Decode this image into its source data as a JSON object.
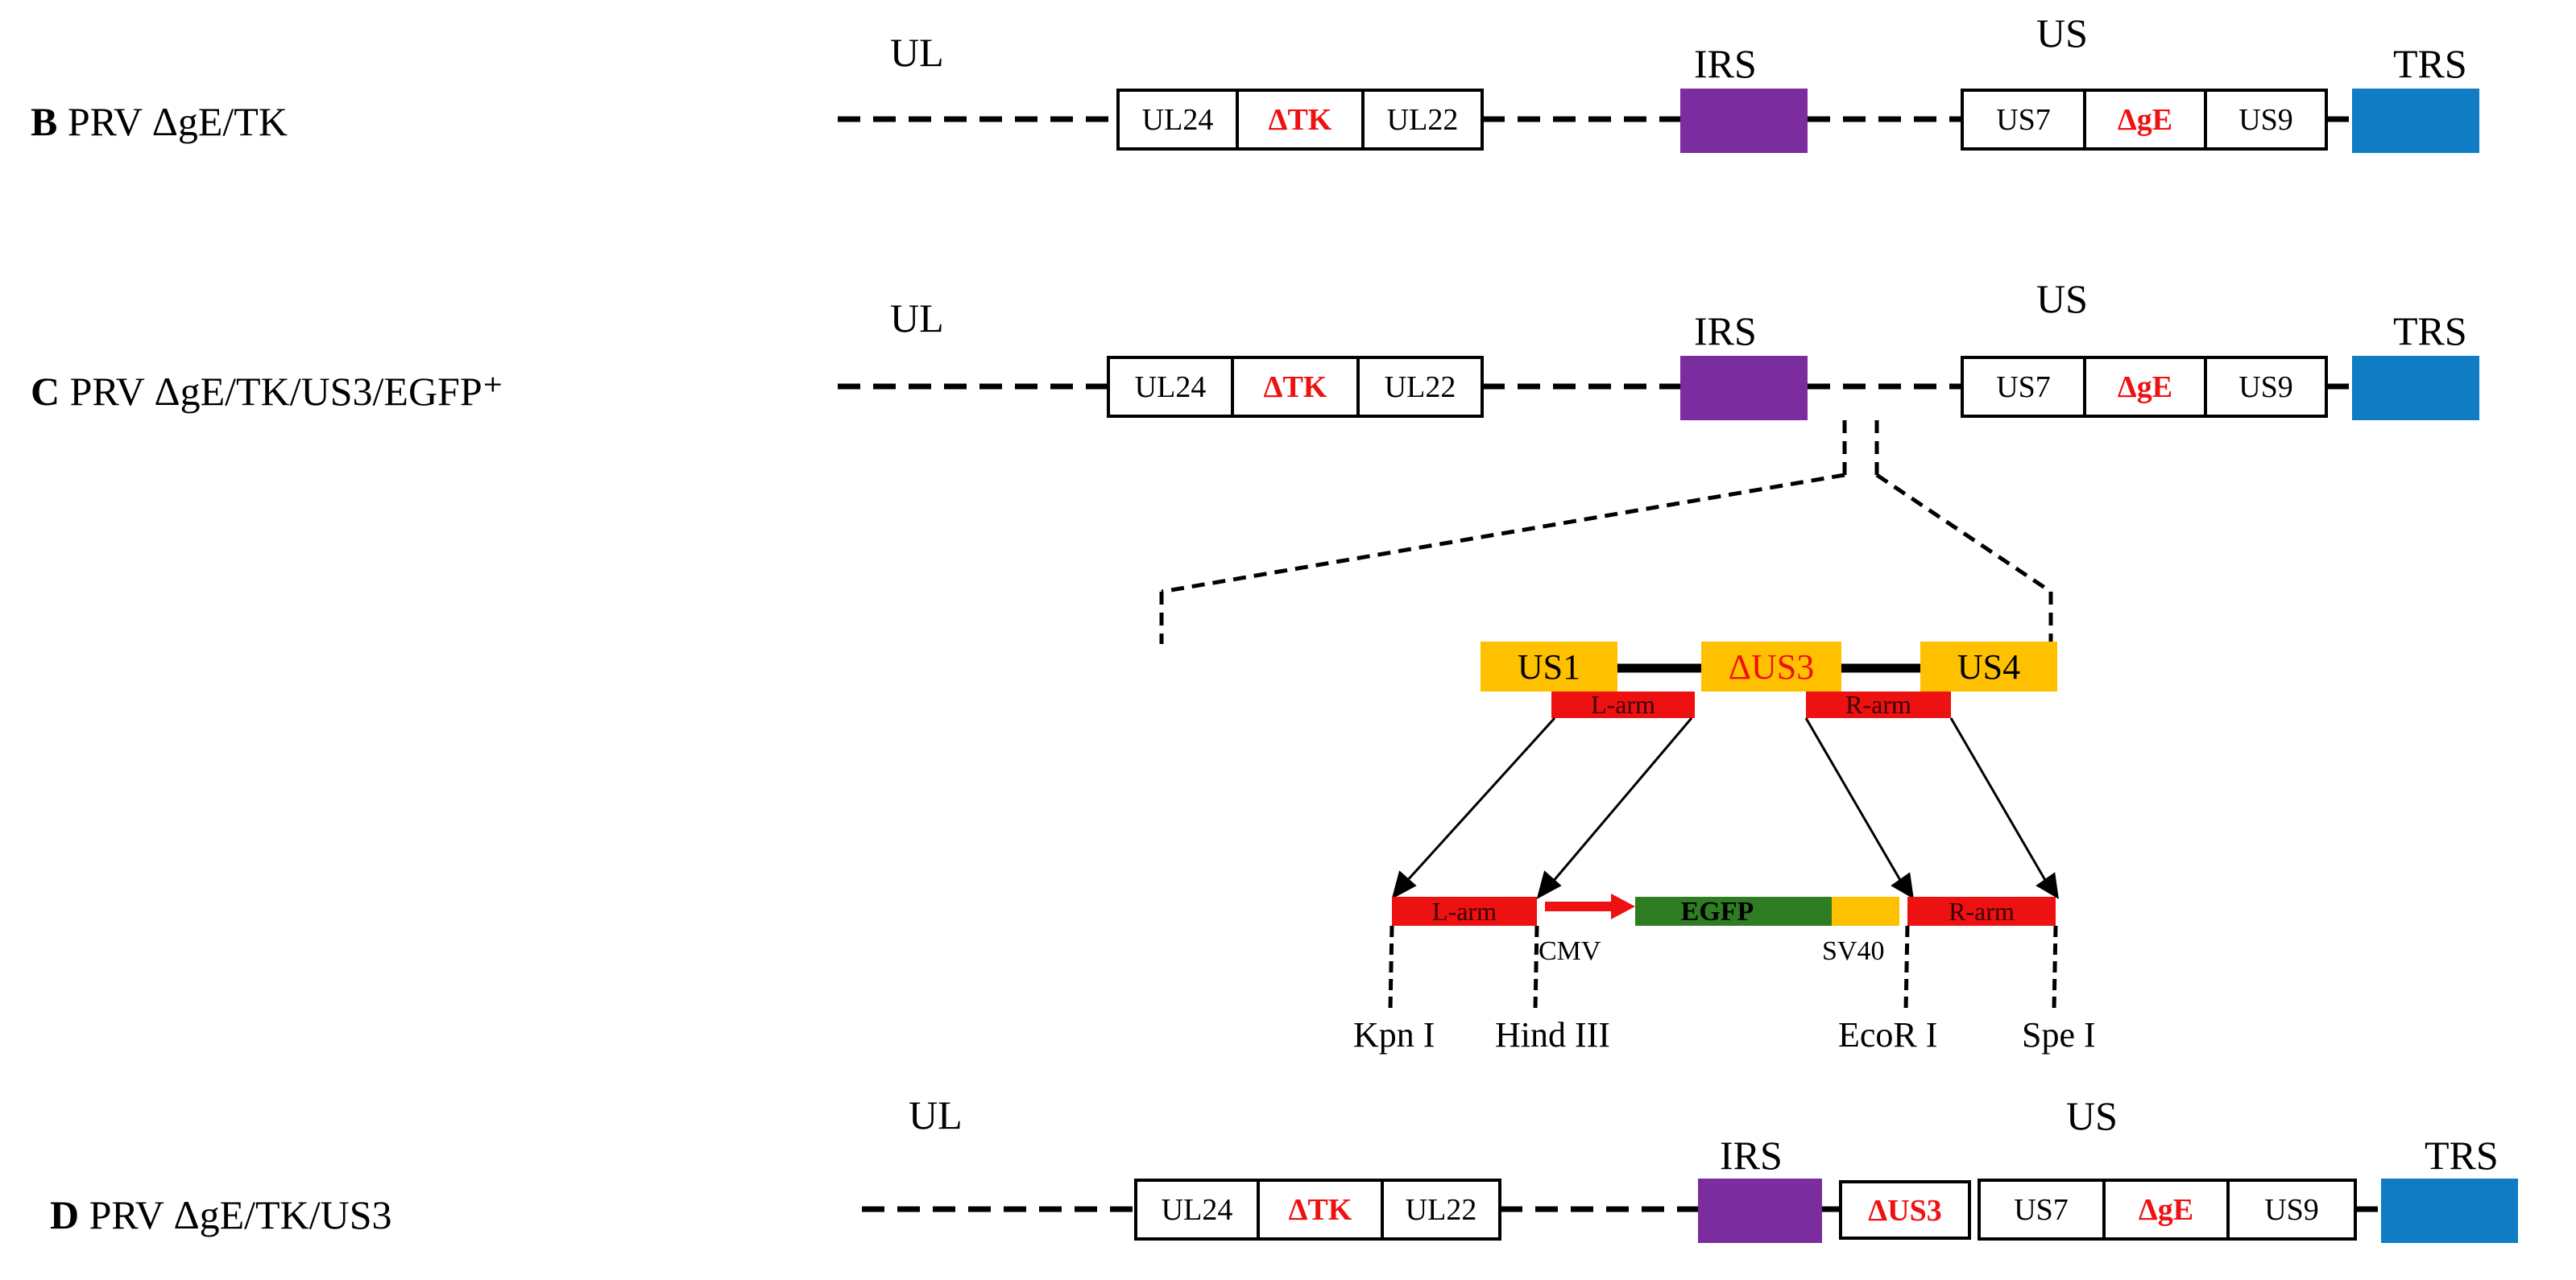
{
  "colors": {
    "irs": "#7B2C9E",
    "trs": "#0F7CC4",
    "us_box": "#FFC000",
    "arm": "#EE1111",
    "egfp": "#2E7D22",
    "deletion_text": "#EE1111",
    "line": "#000000"
  },
  "rows": [
    {
      "label_letter": "B",
      "label_text": " PRV ΔgE/TK",
      "ul": "UL",
      "irs": "IRS",
      "us": "US",
      "trs": "TRS",
      "ul_genes": [
        "UL24",
        "ΔTK",
        "UL22"
      ],
      "us_genes": [
        "US7",
        "ΔgE",
        "US9"
      ]
    },
    {
      "label_letter": "C",
      "label_text": " PRV ΔgE/TK/US3/EGFP⁺",
      "ul": "UL",
      "irs": "IRS",
      "us": "US",
      "trs": "TRS",
      "ul_genes": [
        "UL24",
        "ΔTK",
        "UL22"
      ],
      "us_genes": [
        "US7",
        "ΔgE",
        "US9"
      ]
    },
    {
      "label_letter": "D",
      "label_text": " PRV ΔgE/TK/US3",
      "ul": "UL",
      "irs": "IRS",
      "us": "US",
      "trs": "TRS",
      "ul_genes": [
        "UL24",
        "ΔTK",
        "UL22"
      ],
      "us3_gene": "ΔUS3",
      "us_genes": [
        "US7",
        "ΔgE",
        "US9"
      ]
    }
  ],
  "insert": {
    "us1": "US1",
    "us3": "ΔUS3",
    "us4": "US4",
    "l_arm": "L-arm",
    "r_arm": "R-arm",
    "egfp": "EGFP",
    "cmv": "CMV",
    "sv40": "SV40",
    "sites": [
      "Kpn I",
      "Hind III",
      "EcoR I",
      "Spe I"
    ]
  }
}
